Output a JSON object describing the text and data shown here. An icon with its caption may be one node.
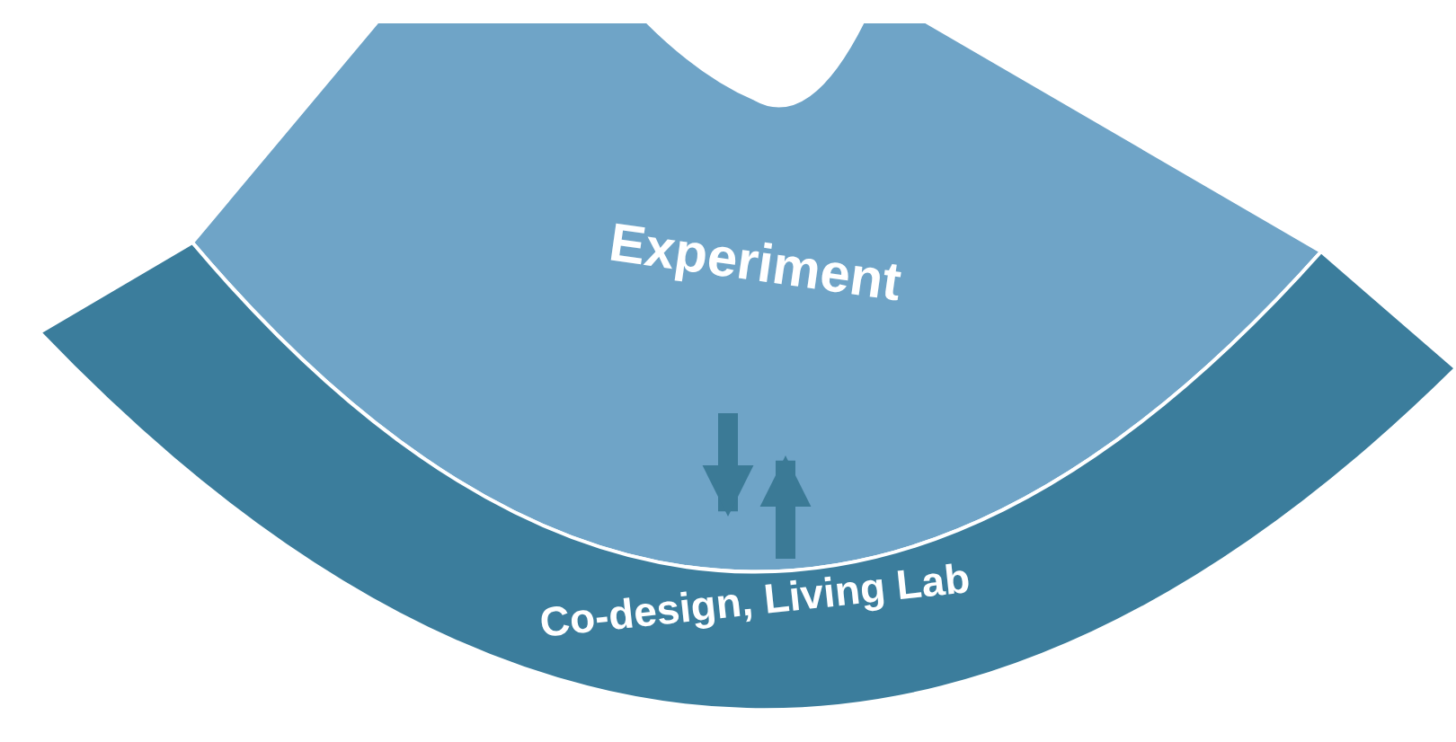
{
  "diagram": {
    "nodes": [
      {
        "text": [
          "Experiment"
        ]
      },
      {
        "text": [
          "Co-design, Living Lab"
        ]
      }
    ],
    "edges": [
      {
        "from": 0,
        "to": 1,
        "arrow": "to"
      },
      {
        "from": 1,
        "to": 0,
        "arrow": "to"
      }
    ]
  }
}
